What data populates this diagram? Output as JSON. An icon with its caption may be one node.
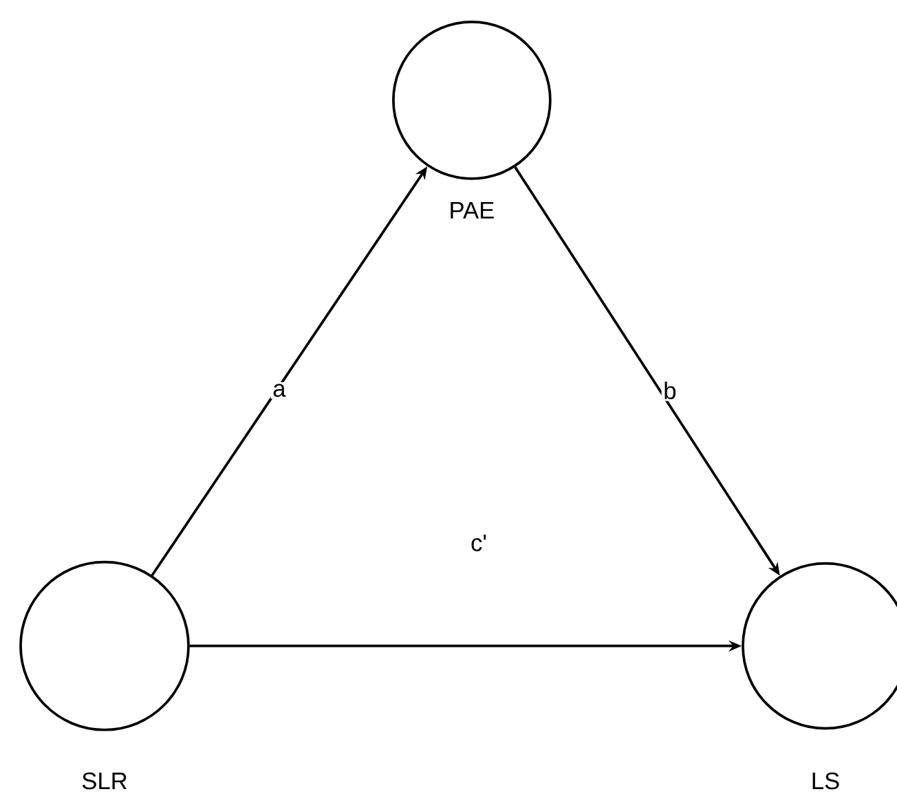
{
  "diagram": {
    "nodes": [
      {
        "text": [
          "PAE"
        ]
      },
      {
        "text": [
          "SLR"
        ]
      },
      {
        "text": [
          "LS"
        ]
      }
    ],
    "edges": [
      {
        "from": 1,
        "to": 0,
        "arrow": "to",
        "label": "a"
      },
      {
        "from": 0,
        "to": 2,
        "arrow": "to",
        "label": "b"
      },
      {
        "from": 1,
        "to": 2,
        "arrow": "to",
        "label": "c'"
      }
    ]
  }
}
